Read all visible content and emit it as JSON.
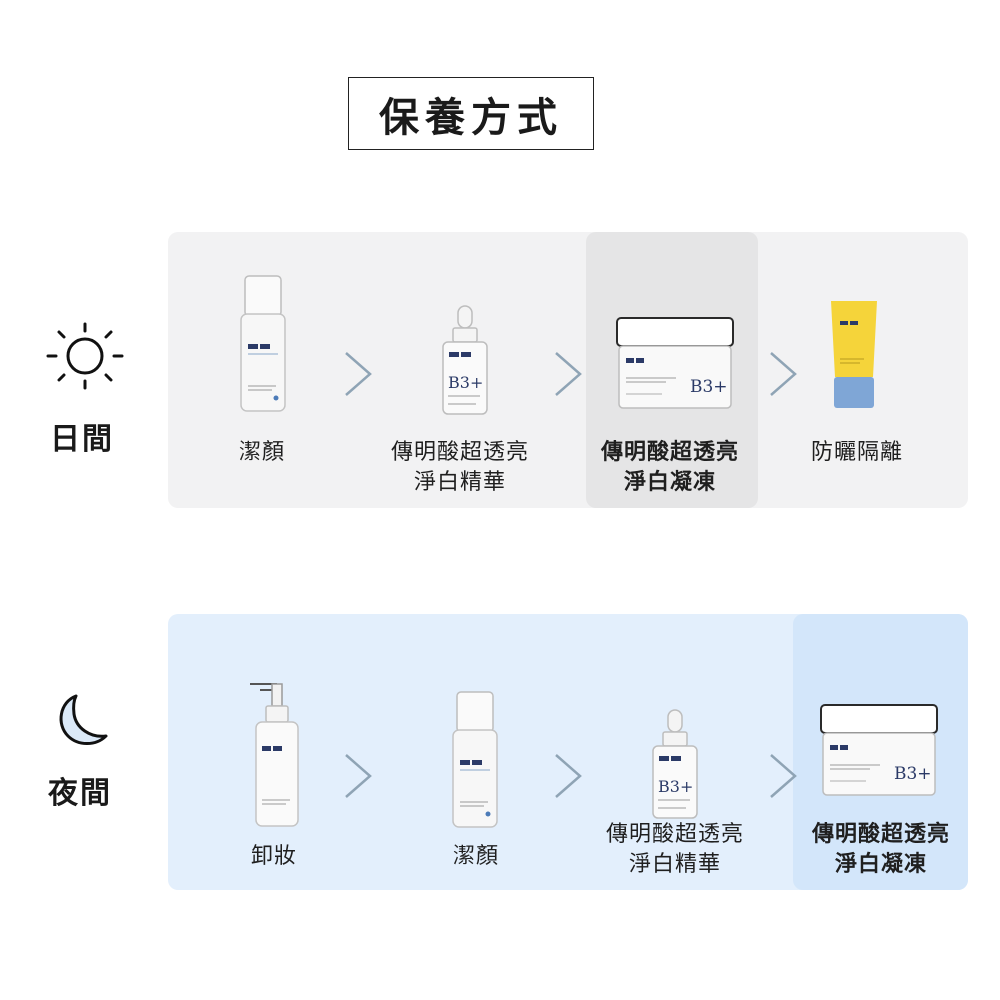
{
  "title": "保養方式",
  "day": {
    "label": "日間",
    "icon": "sun-icon",
    "steps": [
      {
        "lines": [
          "潔顏",
          ""
        ],
        "product": "foam-cleanser-bottle"
      },
      {
        "lines": [
          "傳明酸超透亮",
          "淨白精華"
        ],
        "product": "serum-dropper-bottle"
      },
      {
        "lines": [
          "傳明酸超透亮",
          "淨白凝凍"
        ],
        "product": "gel-cream-jar",
        "highlighted": true
      },
      {
        "lines": [
          "防曬隔離",
          ""
        ],
        "product": "sunscreen-tube"
      }
    ]
  },
  "night": {
    "label": "夜間",
    "icon": "moon-icon",
    "steps": [
      {
        "lines": [
          "卸妝",
          ""
        ],
        "product": "pump-oil-bottle"
      },
      {
        "lines": [
          "潔顏",
          ""
        ],
        "product": "foam-cleanser-bottle"
      },
      {
        "lines": [
          "傳明酸超透亮",
          "淨白精華"
        ],
        "product": "serum-dropper-bottle"
      },
      {
        "lines": [
          "傳明酸超透亮",
          "淨白凝凍"
        ],
        "product": "gel-cream-jar",
        "highlighted": true
      }
    ]
  },
  "colors": {
    "day_panel": "#f2f2f3",
    "day_highlight": "#e5e5e6",
    "night_panel": "#e3effc",
    "night_highlight": "#d3e6fa",
    "arrow": "#8fa4b5",
    "sunscreen_yellow": "#f5d43a",
    "sunscreen_blue": "#7fa6d6"
  }
}
